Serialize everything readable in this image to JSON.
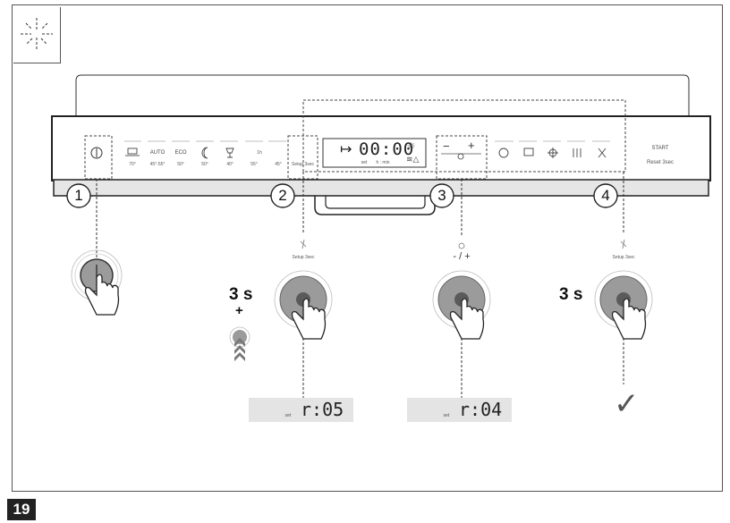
{
  "figure_number": "19",
  "panel": {
    "programs": [
      {
        "label": "",
        "temp": "70°",
        "icon": "pots-icon"
      },
      {
        "label": "AUTO",
        "temp": "45°-55°",
        "icon": ""
      },
      {
        "label": "ECO",
        "temp": "50°",
        "icon": ""
      },
      {
        "label": "",
        "temp": "50°",
        "icon": "moon-icon"
      },
      {
        "label": "",
        "temp": "40°",
        "icon": "glass-icon"
      },
      {
        "label": "",
        "temp": "55°",
        "icon": "quick-1h-icon"
      },
      {
        "label": "",
        "temp": "45°",
        "icon": "rinse-icon"
      }
    ],
    "quick_label": "1h",
    "setup_label": "Setup 3sec",
    "display": {
      "time": "00:00",
      "set_label": "set",
      "unit_label": "h : min"
    },
    "minus": "−",
    "plus": "+",
    "start_label": "START",
    "reset_label": "Reset 3sec"
  },
  "steps": [
    "1",
    "2",
    "3",
    "4"
  ],
  "instructions": {
    "setup_caption_left": "Setup 3sec",
    "setup_caption_right": "Setup 3sec",
    "minus_plus_caption": "- / +",
    "hold_time_left": "3 s",
    "plus_sign": "+",
    "hold_time_right": "3 s",
    "display_left": {
      "value": "r:05",
      "set_label": "set"
    },
    "display_right": {
      "value": "r:04",
      "set_label": "set"
    },
    "confirm_icon": "checkmark-icon"
  },
  "colors": {
    "button_gray": "#9b9b9b",
    "button_dark": "#5a5a5a",
    "panel_strip": "#e6e6e6",
    "outline": "#222222"
  }
}
